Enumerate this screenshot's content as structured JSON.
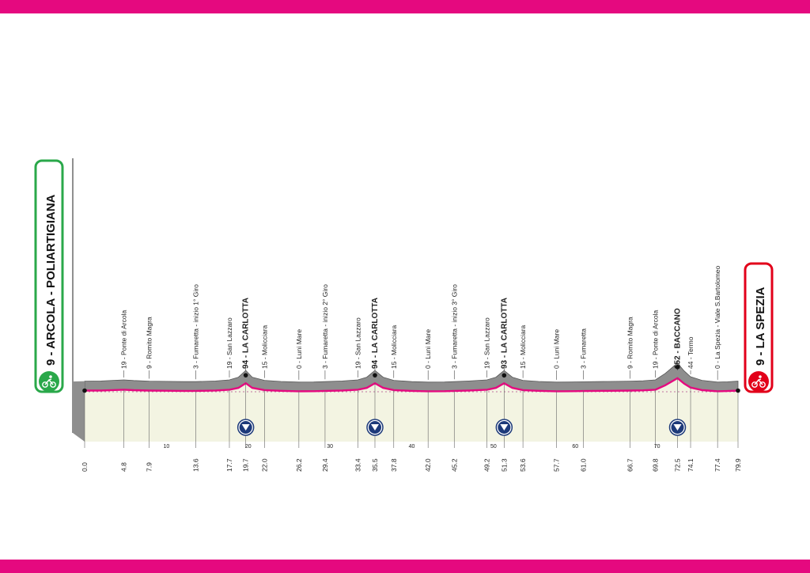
{
  "start": {
    "altitude": "9",
    "name": "ARCOLA - POLIARTIGIANA",
    "color": "#2aa84a"
  },
  "finish": {
    "altitude": "9",
    "name": "LA SPEZIA",
    "color": "#e2001a"
  },
  "colors": {
    "brand": "#e5097f",
    "terrain": "#8e8e8e",
    "ground": "#f3f4e2",
    "marker": "#1d3a7a"
  },
  "distance_markers": [
    "0.0",
    "4.8",
    "7.9",
    "13.6",
    "17.7",
    "19.7",
    "22.0",
    "26.2",
    "29.4",
    "33.4",
    "35.5",
    "37.8",
    "42.0",
    "45.2",
    "49.2",
    "51.3",
    "53.6",
    "57.7",
    "61.0",
    "66.7",
    "69.8",
    "72.5",
    "74.1",
    "77.4",
    "79.9"
  ],
  "axis_ticks": [
    "10",
    "20",
    "30",
    "40",
    "50",
    "60",
    "70"
  ],
  "waypoints": [
    {
      "km": 4.8,
      "label": "19 - Ponte di Arcola",
      "major": false
    },
    {
      "km": 7.9,
      "label": "9 - Romito Magra",
      "major": false
    },
    {
      "km": 13.6,
      "label": "3 - Fumaretta - inizio 1° Giro",
      "major": false
    },
    {
      "km": 17.7,
      "label": "19 - San Lazzaro",
      "major": false
    },
    {
      "km": 19.7,
      "label": "94 - LA CARLOTTA",
      "major": true
    },
    {
      "km": 22.0,
      "label": "15 - Molicciara",
      "major": false
    },
    {
      "km": 26.2,
      "label": "0 - Luni Mare",
      "major": false
    },
    {
      "km": 29.4,
      "label": "3 - Fumaretta - inizio 2° Giro",
      "major": false
    },
    {
      "km": 33.4,
      "label": "19 - San Lazzaro",
      "major": false
    },
    {
      "km": 35.5,
      "label": "94 - LA CARLOTTA",
      "major": true
    },
    {
      "km": 37.8,
      "label": "15 - Molicciara",
      "major": false
    },
    {
      "km": 42.0,
      "label": "0 - Luni Mare",
      "major": false
    },
    {
      "km": 45.2,
      "label": "3 - Fumaretta - inizio 3° Giro",
      "major": false
    },
    {
      "km": 49.2,
      "label": "19 - San Lazzaro",
      "major": false
    },
    {
      "km": 51.3,
      "label": "93 - LA CARLOTTA",
      "major": true
    },
    {
      "km": 53.6,
      "label": "15 - Molicciara",
      "major": false
    },
    {
      "km": 57.7,
      "label": "0 - Luni Mare",
      "major": false
    },
    {
      "km": 61.0,
      "label": "3 - Fumaretta",
      "major": false
    },
    {
      "km": 66.7,
      "label": "9 - Romito Magra",
      "major": false
    },
    {
      "km": 69.8,
      "label": "19 - Ponte di Arcola",
      "major": false
    },
    {
      "km": 72.5,
      "label": "152 - BACCANO",
      "major": true
    },
    {
      "km": 74.1,
      "label": "44 - Termo",
      "major": false
    },
    {
      "km": 77.4,
      "label": "0 - La Spezia - Viale S.Bartolomeo",
      "major": false
    }
  ],
  "checkpoints_km": [
    19.7,
    35.5,
    51.3,
    72.5
  ],
  "elevation_profile": [
    [
      0,
      9
    ],
    [
      2,
      10
    ],
    [
      4.8,
      19
    ],
    [
      6,
      14
    ],
    [
      7.9,
      9
    ],
    [
      10,
      7
    ],
    [
      12,
      5
    ],
    [
      13.6,
      5
    ],
    [
      16,
      10
    ],
    [
      17.7,
      19
    ],
    [
      18.8,
      40
    ],
    [
      19.7,
      94
    ],
    [
      20.5,
      40
    ],
    [
      22,
      15
    ],
    [
      24,
      6
    ],
    [
      26.2,
      1
    ],
    [
      28,
      2
    ],
    [
      29.4,
      5
    ],
    [
      31.5,
      10
    ],
    [
      33.4,
      19
    ],
    [
      34.5,
      40
    ],
    [
      35.5,
      94
    ],
    [
      36.5,
      40
    ],
    [
      37.8,
      15
    ],
    [
      40,
      5
    ],
    [
      42,
      1
    ],
    [
      44,
      2
    ],
    [
      45.2,
      5
    ],
    [
      47,
      10
    ],
    [
      49.2,
      19
    ],
    [
      50.3,
      40
    ],
    [
      51.3,
      93
    ],
    [
      52.3,
      40
    ],
    [
      53.6,
      15
    ],
    [
      55.5,
      6
    ],
    [
      57.7,
      1
    ],
    [
      59.5,
      2
    ],
    [
      61,
      4
    ],
    [
      64,
      6
    ],
    [
      66.7,
      9
    ],
    [
      68.3,
      12
    ],
    [
      69.8,
      19
    ],
    [
      71,
      70
    ],
    [
      72.5,
      152
    ],
    [
      73.3,
      90
    ],
    [
      74.1,
      44
    ],
    [
      75.5,
      15
    ],
    [
      77.4,
      1
    ],
    [
      78.6,
      4
    ],
    [
      79.9,
      9
    ]
  ]
}
